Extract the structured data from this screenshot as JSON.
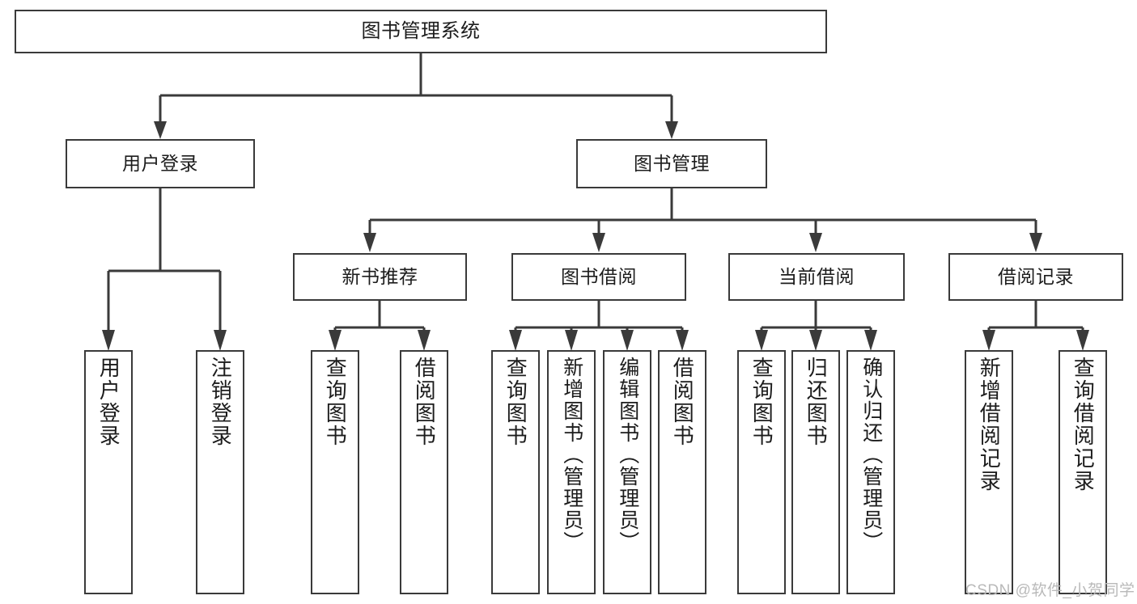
{
  "diagram": {
    "title": "图书管理系统",
    "type": "hierarchy-tree",
    "colors": {
      "box_border": "#3a3a3a",
      "box_fill": "#ffffff",
      "line": "#3a3a3a",
      "text": "#1c1c1c",
      "watermark": "#b9b9b9",
      "background": "#ffffff"
    },
    "levels": {
      "level0": [
        "图书管理系统"
      ],
      "level1": [
        "用户登录",
        "图书管理"
      ],
      "level2": [
        "新书推荐",
        "图书借阅",
        "当前借阅",
        "借阅记录"
      ],
      "level3_by_parent": {
        "用户登录": [
          "用户登录",
          "注销登录"
        ],
        "新书推荐": [
          "查询图书",
          "借阅图书"
        ],
        "图书借阅": [
          "查询图书",
          "新增图书（管理员）",
          "编辑图书（管理员）",
          "借阅图书"
        ],
        "当前借阅": [
          "查询图书",
          "归还图书",
          "确认归还（管理员）"
        ],
        "借阅记录": [
          "新增借阅记录",
          "查询借阅记录"
        ]
      }
    }
  },
  "root": {
    "label": "图书管理系统"
  },
  "branch": {
    "user_login": {
      "label": "用户登录"
    },
    "book_manage": {
      "label": "图书管理"
    }
  },
  "modules": {
    "new_book": {
      "label": "新书推荐"
    },
    "borrow": {
      "label": "图书借阅"
    },
    "current": {
      "label": "当前借阅"
    },
    "record": {
      "label": "借阅记录"
    }
  },
  "leaves": {
    "user_login_1": {
      "label": "用户登录"
    },
    "user_login_2": {
      "label": "注销登录"
    },
    "new_book_1": {
      "label": "查询图书"
    },
    "new_book_2": {
      "label": "借阅图书"
    },
    "borrow_1": {
      "label": "查询图书"
    },
    "borrow_2": {
      "label": "新增图书（管理员）"
    },
    "borrow_3": {
      "label": "编辑图书（管理员）"
    },
    "borrow_4": {
      "label": "借阅图书"
    },
    "current_1": {
      "label": "查询图书"
    },
    "current_2": {
      "label": "归还图书"
    },
    "current_3": {
      "label": "确认归还（管理员）"
    },
    "record_1": {
      "label": "新增借阅记录"
    },
    "record_2": {
      "label": "查询借阅记录"
    }
  },
  "watermark": {
    "text": "CSDN @软件_小贺同学"
  }
}
